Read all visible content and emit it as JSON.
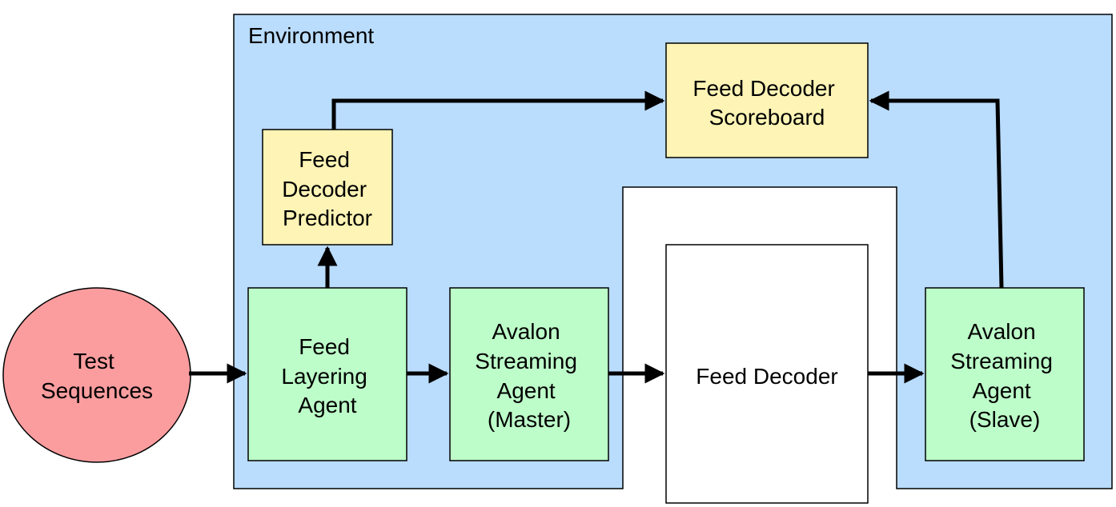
{
  "environment": {
    "label": "Environment"
  },
  "nodes": {
    "test_sequences": {
      "lines": [
        "Test",
        "Sequences"
      ]
    },
    "feed_layering_agent": {
      "lines": [
        "Feed",
        "Layering",
        "Agent"
      ]
    },
    "feed_decoder_predictor": {
      "lines": [
        "Feed",
        "Decoder",
        "Predictor"
      ]
    },
    "feed_decoder_scoreboard": {
      "lines": [
        "Feed Decoder",
        "Scoreboard"
      ]
    },
    "avalon_master": {
      "lines": [
        "Avalon",
        "Streaming",
        "Agent",
        "(Master)"
      ]
    },
    "feed_decoder": {
      "lines": [
        "Feed Decoder"
      ]
    },
    "avalon_slave": {
      "lines": [
        "Avalon",
        "Streaming",
        "Agent",
        "(Slave)"
      ]
    }
  },
  "colors": {
    "environment_fill": "#badcfd",
    "agent_fill": "#bdfdc9",
    "predictor_fill": "#fdf4b5",
    "stimulus_fill": "#fb9d9f",
    "dut_fill": "#ffffff",
    "stroke": "#000000"
  }
}
